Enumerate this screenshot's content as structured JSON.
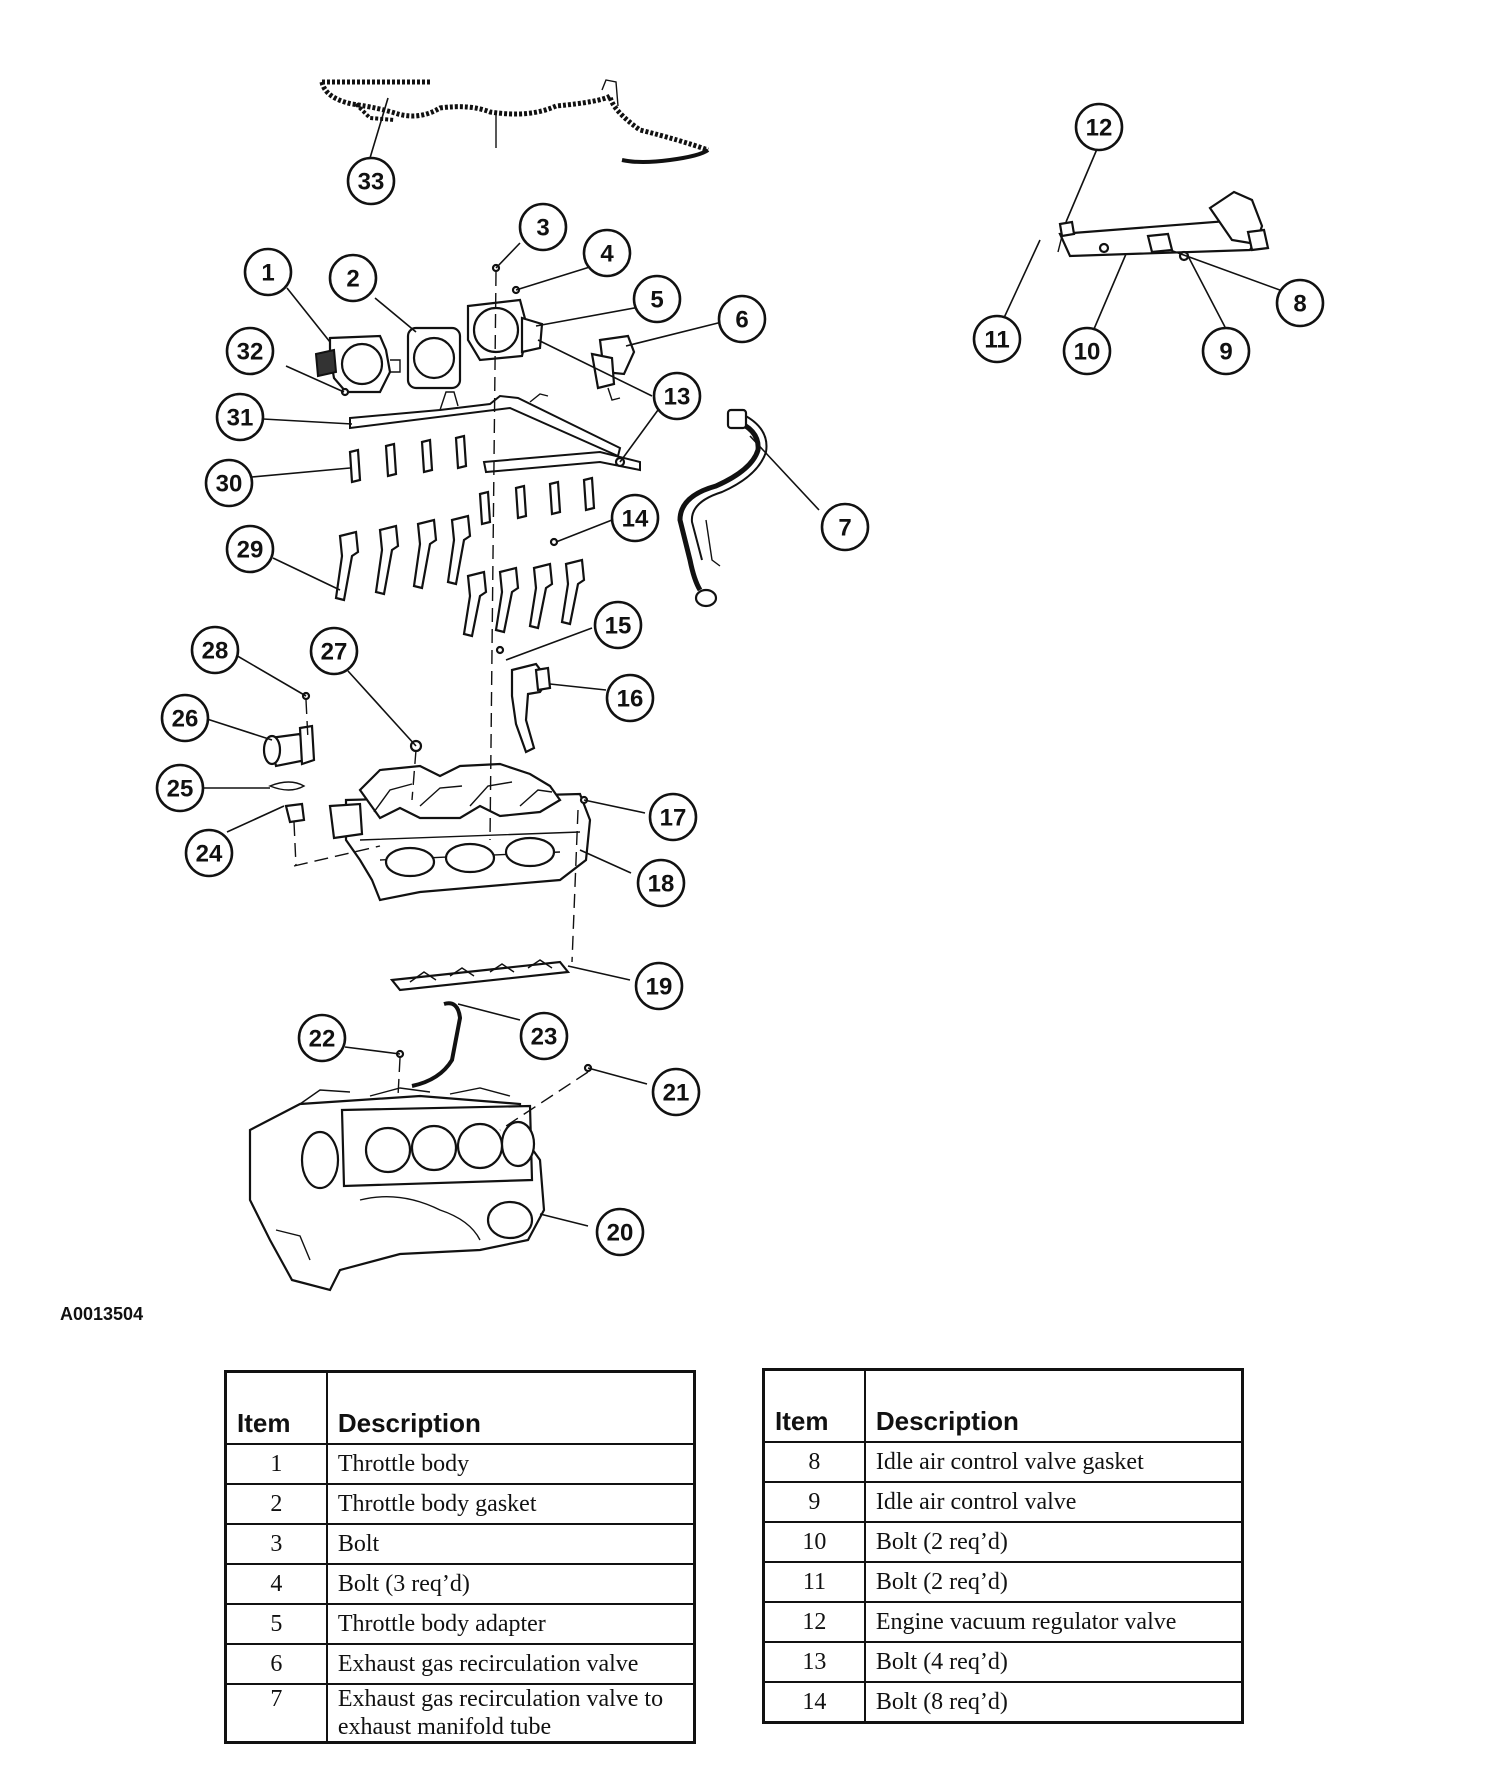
{
  "figure_id": "A0013504",
  "callout_labels": [
    "1",
    "2",
    "3",
    "4",
    "5",
    "6",
    "7",
    "8",
    "9",
    "10",
    "11",
    "12",
    "13",
    "14",
    "15",
    "16",
    "17",
    "18",
    "19",
    "20",
    "21",
    "22",
    "23",
    "24",
    "25",
    "26",
    "27",
    "28",
    "29",
    "30",
    "31",
    "32",
    "33"
  ],
  "tables": [
    {
      "headers": {
        "item": "Item",
        "description": "Description"
      },
      "rows": [
        {
          "item": "1",
          "description": "Throttle body"
        },
        {
          "item": "2",
          "description": "Throttle body gasket"
        },
        {
          "item": "3",
          "description": "Bolt"
        },
        {
          "item": "4",
          "description": "Bolt (3 req’d)"
        },
        {
          "item": "5",
          "description": "Throttle body adapter"
        },
        {
          "item": "6",
          "description": "Exhaust gas recirculation valve"
        },
        {
          "item": "7",
          "description": "Exhaust gas recirculation valve to exhaust manifold tube"
        }
      ]
    },
    {
      "headers": {
        "item": "Item",
        "description": "Description"
      },
      "rows": [
        {
          "item": "8",
          "description": "Idle air control valve gasket"
        },
        {
          "item": "9",
          "description": "Idle air control valve"
        },
        {
          "item": "10",
          "description": "Bolt (2 req’d)"
        },
        {
          "item": "11",
          "description": "Bolt (2 req’d)"
        },
        {
          "item": "12",
          "description": "Engine vacuum regulator valve"
        },
        {
          "item": "13",
          "description": "Bolt (4 req’d)"
        },
        {
          "item": "14",
          "description": "Bolt (8 req’d)"
        }
      ]
    }
  ]
}
